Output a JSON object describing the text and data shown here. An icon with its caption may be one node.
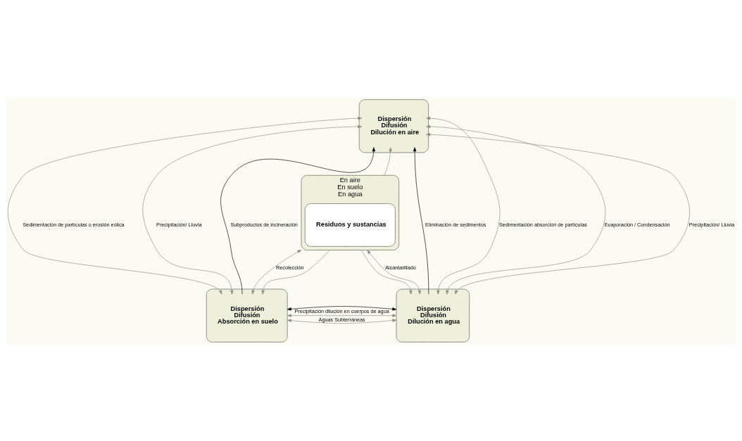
{
  "diagram": {
    "nodes": [
      {
        "text": [
          "Dispersión",
          "Difusión",
          "Dilución en aire"
        ]
      },
      {
        "text": [
          "Dispersión",
          "Difusión",
          "Absorción en suelo"
        ]
      },
      {
        "text": [
          "Dispersión",
          "Difusión",
          "Dilución en agua"
        ]
      },
      {
        "text": [
          "En aire",
          "En suelo",
          "En agua"
        ]
      },
      {
        "text": [
          "Residuos y sustancias"
        ],
        "in": 3
      }
    ],
    "edges": [
      {
        "from": 1,
        "to": 0,
        "arrow": "both",
        "label": "Sedimentación de partículas o erosión eólica"
      },
      {
        "from": 1,
        "to": 0,
        "arrow": "both",
        "label": "Precipitación/ Lluvia"
      },
      {
        "from": 1,
        "to": 0,
        "arrow": "to",
        "label": "Subproductos de incineración",
        "color": "#000000"
      },
      {
        "from": 3,
        "to": 1,
        "arrow": "both",
        "label": "Recolección"
      },
      {
        "from": 3,
        "to": 0,
        "arrow": "to"
      },
      {
        "from": 3,
        "to": 2,
        "arrow": "both",
        "label": "Alcantarillado"
      },
      {
        "from": 2,
        "to": 0,
        "arrow": "to",
        "label": "Eliminación de sedimentos",
        "color": "#000000"
      },
      {
        "from": 2,
        "to": 0,
        "arrow": "both",
        "label": "Sedimentación absorción de partículas"
      },
      {
        "from": 2,
        "to": 0,
        "arrow": "both",
        "label": "Evaporación / Condensación"
      },
      {
        "from": 2,
        "to": 0,
        "arrow": "both",
        "label": "Precipitación/ Lluvia"
      },
      {
        "from": 3,
        "to": 1,
        "arrow": "to"
      },
      {
        "from": 3,
        "to": 2,
        "arrow": "to"
      },
      {
        "from": 1,
        "to": 2,
        "arrow": "both",
        "color": "#000000"
      },
      {
        "from": 1,
        "to": 2,
        "arrow": "both",
        "label": "Precipitación dilución en cuerpos de agua"
      },
      {
        "from": 1,
        "to": 2,
        "arrow": "both",
        "label": "Aguas Subterráneas"
      }
    ]
  }
}
